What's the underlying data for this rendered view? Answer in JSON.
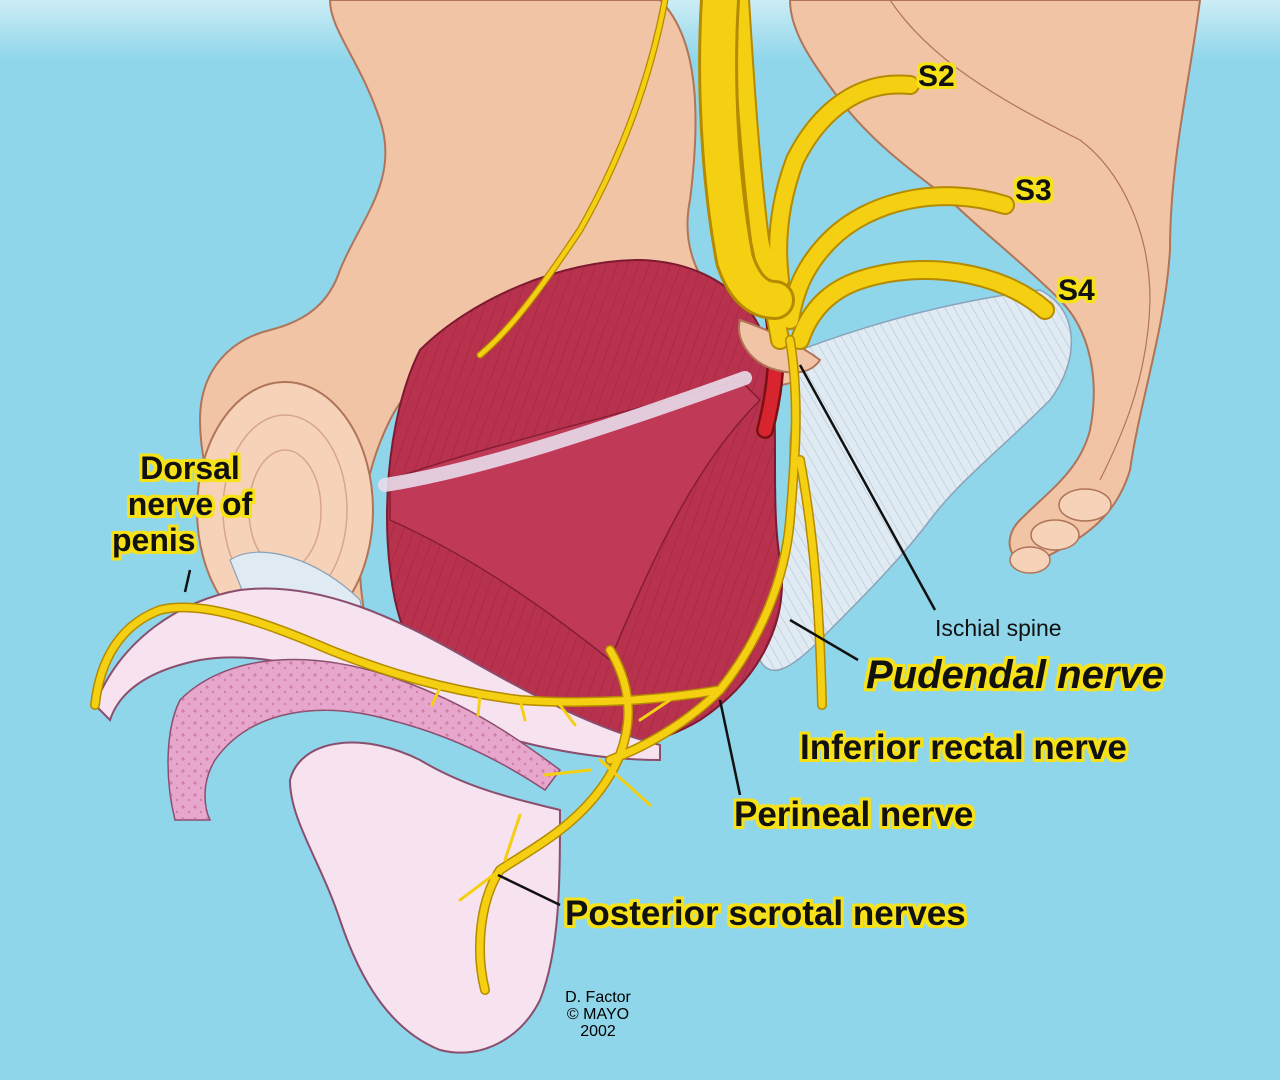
{
  "labels": {
    "s2": "S2",
    "s3": "S3",
    "s4": "S4",
    "ischial_spine": "Ischial spine",
    "pudendal_nerve": "Pudendal nerve",
    "dorsal_nerve_line1": "Dorsal",
    "dorsal_nerve_line2": "nerve of",
    "dorsal_nerve_line3": "penis",
    "inferior_rectal_nerve": "Inferior rectal nerve",
    "perineal_nerve": "Perineal nerve",
    "posterior_scrotal_nerves": "Posterior scrotal nerves"
  },
  "credit": {
    "artist": "D. Factor",
    "owner": "© MAYO",
    "year": "2002"
  },
  "colors": {
    "background": "#8fd6ea",
    "nerve": "#f5cf12",
    "nerve_stroke": "#b48a00",
    "muscle": "#b8324e",
    "bone": "#f2c4a6",
    "ligament": "#dfeaf2",
    "skin_pink": "#f3cde0",
    "vessel": "#d8242f"
  }
}
